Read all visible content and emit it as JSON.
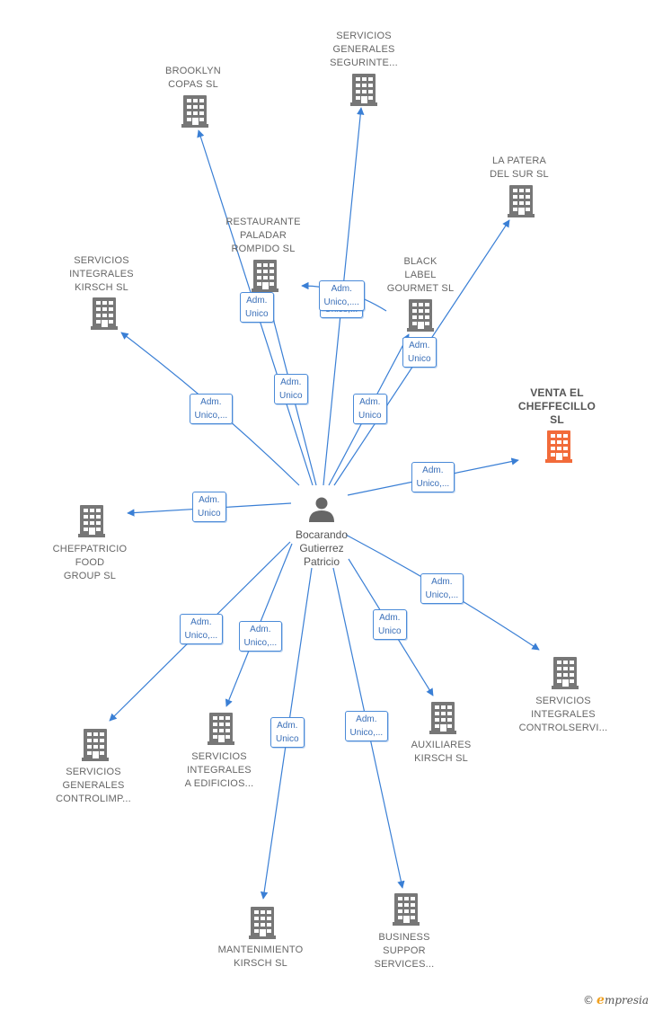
{
  "colors": {
    "edge": "#3a7fd5",
    "building": "#777777",
    "highlight": "#f26b3a",
    "person": "#666666"
  },
  "person": {
    "name": "Bocarando\nGutierrez\nPatricio",
    "icon": "person-icon"
  },
  "companies": [
    {
      "id": "servicios-generales-seguridad",
      "label": "SERVICIOS\nGENERALES\nSEGURINTE...",
      "highlight": false
    },
    {
      "id": "brooklyn-copas",
      "label": "BROOKLYN\nCOPAS SL",
      "highlight": false
    },
    {
      "id": "la-patera-del-sur",
      "label": "LA PATERA\nDEL SUR SL",
      "highlight": false
    },
    {
      "id": "restaurante-paladar-rompido",
      "label": "RESTAURANTE\nPALADAR\nROMPIDO  SL",
      "highlight": false
    },
    {
      "id": "black-label-gourmet",
      "label": "BLACK\nLABEL\nGOURMET SL",
      "highlight": false
    },
    {
      "id": "servicios-integrales-kirsch",
      "label": "SERVICIOS\nINTEGRALES\nKIRSCH SL",
      "highlight": false
    },
    {
      "id": "venta-el-cheffecillo",
      "label": "VENTA EL\nCHEFFECILLO\nSL",
      "highlight": true
    },
    {
      "id": "chefpatricio-food-group",
      "label": "CHEFPATRICIO\nFOOD\nGROUP  SL",
      "highlight": false
    },
    {
      "id": "servicios-integrales-controlservi",
      "label": "SERVICIOS\nINTEGRALES\nCONTROLSERVI...",
      "highlight": false
    },
    {
      "id": "servicios-generales-controlimp",
      "label": "SERVICIOS\nGENERALES\nCONTROLIMP...",
      "highlight": false
    },
    {
      "id": "servicios-integrales-edificios",
      "label": "SERVICIOS\nINTEGRALES\nA EDIFICIOS...",
      "highlight": false
    },
    {
      "id": "auxiliares-kirsch",
      "label": "AUXILIARES\nKIRSCH SL",
      "highlight": false
    },
    {
      "id": "mantenimiento-kirsch",
      "label": "MANTENIMIENTO\nKIRSCH SL",
      "highlight": false
    },
    {
      "id": "business-suppor-services",
      "label": "BUSINESS\nSUPPOR\nSERVICES...",
      "highlight": false
    }
  ],
  "relations": [
    {
      "to": "servicios-generales-seguridad",
      "role": "Adm.\nUnico,..."
    },
    {
      "to": "brooklyn-copas",
      "role": "Adm.\nUnico"
    },
    {
      "to": "restaurante-paladar-rompido",
      "role": "Adm.\nUnico"
    },
    {
      "to": "black-label-gourmet",
      "role": "Adm.\nUnico"
    },
    {
      "to": "la-patera-del-sur",
      "role": "Adm.\nUnico"
    },
    {
      "to": "servicios-integrales-kirsch",
      "role": "Adm.\nUnico,..."
    },
    {
      "to": "venta-el-cheffecillo",
      "role": "Adm.\nUnico,..."
    },
    {
      "to": "chefpatricio-food-group",
      "role": "Adm.\nUnico"
    },
    {
      "to": "servicios-integrales-controlservi",
      "role": "Adm.\nUnico,..."
    },
    {
      "to": "servicios-generales-controlimp",
      "role": "Adm.\nUnico,..."
    },
    {
      "to": "servicios-integrales-edificios",
      "role": "Adm.\nUnico,..."
    },
    {
      "to": "auxiliares-kirsch",
      "role": "Adm.\nUnico"
    },
    {
      "to": "mantenimiento-kirsch",
      "role": "Adm.\nUnico"
    },
    {
      "to": "business-suppor-services",
      "role": "Adm.\nUnico,..."
    }
  ],
  "peer_relations": [
    {
      "from": "black-label-gourmet",
      "to": "restaurante-paladar-rompido",
      "role": "Adm.\nUnico,...."
    }
  ],
  "brand": {
    "copyright": "©",
    "initial": "e",
    "rest": "mpresia"
  }
}
